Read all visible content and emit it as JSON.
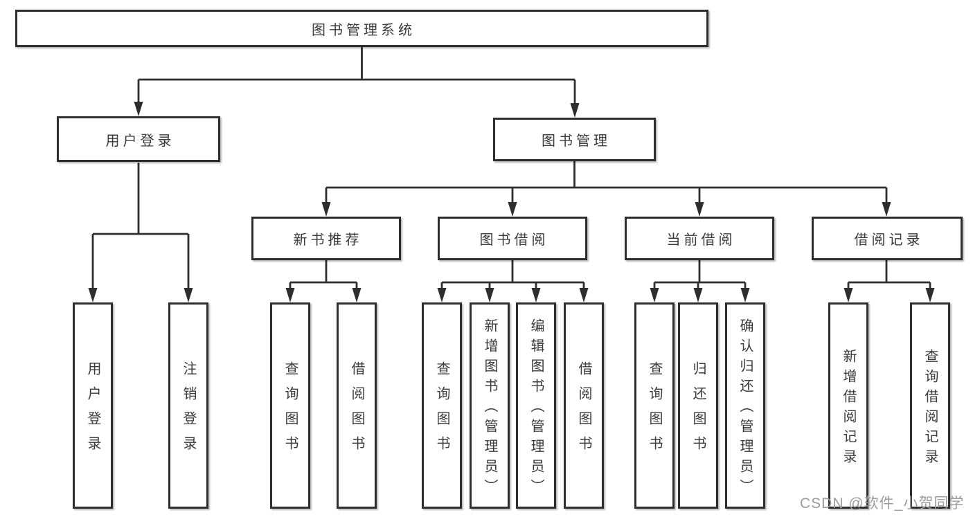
{
  "tree": {
    "root": "图书管理系统",
    "branches": [
      {
        "label": "用户登录",
        "children": [
          "用户登录",
          "注销登录"
        ]
      },
      {
        "label": "图书管理",
        "children": [
          {
            "label": "新书推荐",
            "children": [
              "查询图书",
              "借阅图书"
            ]
          },
          {
            "label": "图书借阅",
            "children": [
              "查询图书",
              "新增图书（管理员）",
              "编辑图书（管理员）",
              "借阅图书"
            ]
          },
          {
            "label": "当前借阅",
            "children": [
              "查询图书",
              "归还图书",
              "确认归还（管理员）"
            ]
          },
          {
            "label": "借阅记录",
            "children": [
              "新增借阅记录",
              "查询借阅记录"
            ]
          }
        ]
      }
    ]
  },
  "watermark": {
    "text": "CSDN @软件_小贺同学"
  },
  "colors": {
    "line": "#2e2e2e",
    "box_border": "#2e2e2e",
    "box_fill": "#ffffff",
    "text": "#3a3a3a",
    "watermark": "#9b9b9b",
    "background": "#ffffff"
  }
}
